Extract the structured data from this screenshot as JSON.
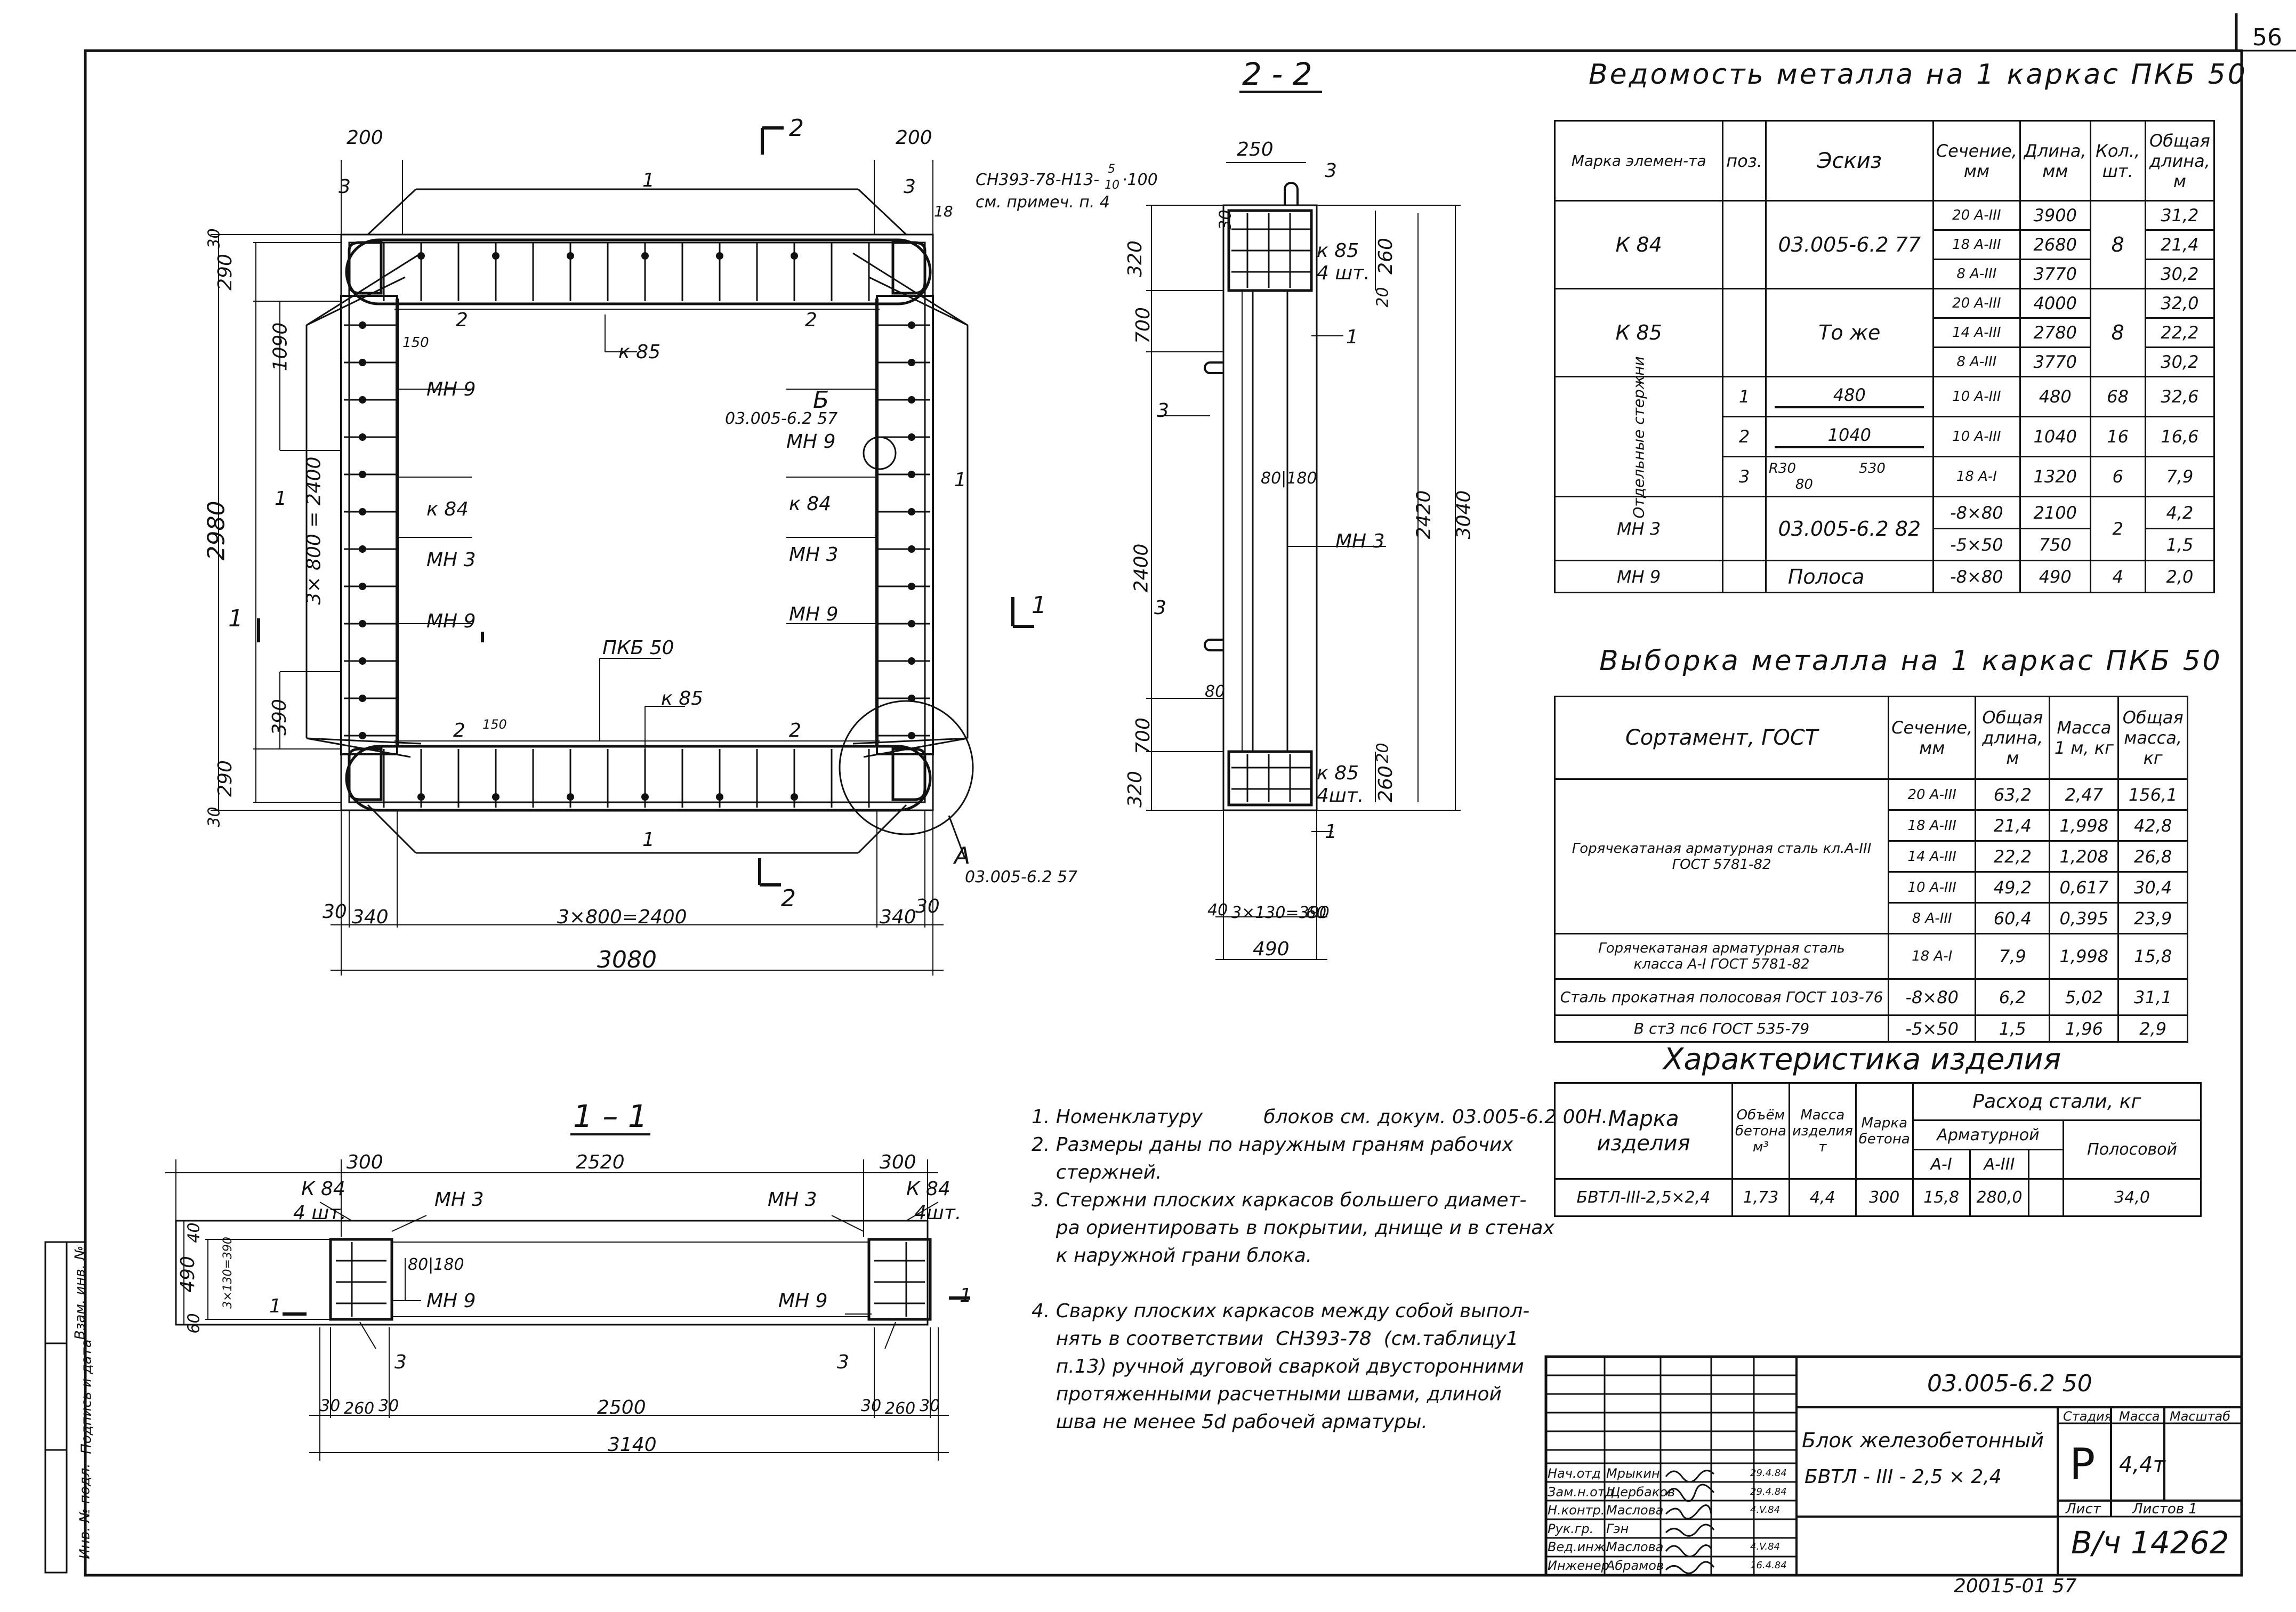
{
  "page_number": "56",
  "section_22": {
    "title": "2 - 2",
    "labels": {
      "d200a": "200",
      "d200b": "200",
      "d30a": "30",
      "d290a": "290",
      "d1090": "1090",
      "d3x800": "3× 800 = 2400",
      "d2980": "2980",
      "d390": "390",
      "d290b": "290",
      "d30b": "30",
      "d3": "3",
      "d3b": "3",
      "d1a": "1",
      "d1b": "1",
      "d1c": "1",
      "d2a": "2",
      "d2b": "2",
      "d2c": "2",
      "d2d": "2",
      "d18": "18",
      "d150": "150",
      "d150b": "150",
      "weld_note1": "СН393-78-Н13-",
      "weld_frac_top": "5",
      "weld_frac_bot": "10",
      "weld_tail": "·100",
      "weld_note2": "см. примеч. п. 4",
      "k85a": "к 85",
      "k85b": "к 85",
      "k84a": "к 84",
      "k84b": "к 84",
      "mn9a": "МН 9",
      "mn9b": "МН 9",
      "mn9c": "МН 9",
      "mn9d": "МН 9",
      "mn3a": "МН 3",
      "mn3b": "МН 3",
      "b_label": "Б",
      "b_ref": "03.005-6.2  57",
      "pkb50": "ПКБ 50",
      "a_label": "А",
      "a_ref": "03.005-6.2  57",
      "b30": "30",
      "b340a": "340",
      "b3x800": "3×800=2400",
      "b340b": "340",
      "b30b": "30",
      "b3080": "3080",
      "cut1": "1",
      "cut1b": "1",
      "cut2": "2",
      "cut2b": "2"
    }
  },
  "side_view": {
    "d250": "250",
    "d3a": "3",
    "d3b": "3",
    "d3c": "3",
    "d320a": "320",
    "d700a": "700",
    "d2400": "2400",
    "d700b": "700",
    "d320b": "320",
    "d260a": "260",
    "d20a": "20",
    "d2420": "2420",
    "d3040": "3040",
    "d20b": "20",
    "d260b": "260",
    "d80": "80",
    "d80b": "80",
    "d80180": "80|180",
    "d30": "30",
    "k85a": "к 85",
    "k85b": "к 85",
    "sht4a": "4 шт.",
    "sht4b": "4шт.",
    "mn3": "МН 3",
    "d1a": "1",
    "d1b": "1",
    "d40": "40",
    "d3x130": "3×130=390",
    "d60": "60",
    "d490": "490"
  },
  "section_11": {
    "title": "1 – 1",
    "d300a": "300",
    "d2520": "2520",
    "d300b": "300",
    "k84a": "К 84",
    "sht4a": "4 шт.",
    "mn3a": "МН 3",
    "mn3b": "МН 3",
    "k84b": "К 84",
    "sht4b": "4шт.",
    "d40": "40",
    "d490": "490",
    "d3x130": "3×130=390",
    "d60": "60",
    "d80180": "80|180",
    "mn9a": "МН 9",
    "mn9b": "МН 9",
    "d1a": "1",
    "d1b": "1",
    "d3a": "3",
    "d3b": "3",
    "d30a": "30",
    "d260a": "260",
    "d30b": "30",
    "d2500": "2500",
    "d30c": "30",
    "d260b": "260",
    "d30d": "30",
    "d3140": "3140"
  },
  "notes": [
    "1. Номенклатуру          блоков см. докум. 03.005-6.2 00Н.",
    "2. Размеры даны по наружным граням рабочих",
    "    стержней.",
    "3. Стержни плоских каркасов большего диамет-",
    "    ра ориентировать в покрытии, днище и в стенах",
    "    к наружной грани блока.",
    "",
    "4. Сварку плоских каркасов между собой выпол-",
    "    нять в соответствии  СН393-78  (см.таблицу1",
    "    п.13) ручной дуговой сваркой двусторонними",
    "    протяженными расчетными швами, длиной",
    "    шва не менее 5d рабочей арматуры."
  ],
  "metal_schedule": {
    "title": "Ведомость   металла  на  1  каркас  ПКБ 50",
    "headers": [
      "Марка элемен-та",
      "поз.",
      "Эскиз",
      "Сечение, мм",
      "Длина, мм",
      "Кол., шт.",
      "Общая длина, м"
    ],
    "k84": {
      "mark": "К 84",
      "sketch": "03.005-6.2  77",
      "sections": [
        "20 A-III",
        "18 A-III",
        "8 A-III"
      ],
      "lengths": [
        "3900",
        "2680",
        "3770"
      ],
      "qty": "8",
      "totals": [
        "31,2",
        "21,4",
        "30,2"
      ]
    },
    "k85": {
      "mark": "К 85",
      "sketch": "То же",
      "sections": [
        "20 A-III",
        "14 A-III",
        "8 A-III"
      ],
      "lengths": [
        "4000",
        "2780",
        "3770"
      ],
      "qty": "8",
      "totals": [
        "32,0",
        "22,2",
        "30,2"
      ]
    },
    "group_label": "Отдельные стержни",
    "bars": [
      {
        "pos": "1",
        "sketch": "480",
        "section": "10 A-III",
        "length": "480",
        "qty": "68",
        "total": "32,6"
      },
      {
        "pos": "2",
        "sketch": "1040",
        "section": "10 A-III",
        "length": "1040",
        "qty": "16",
        "total": "16,6"
      },
      {
        "pos": "3",
        "sketch_a": "R30",
        "sketch_b": "530",
        "sketch_c": "80",
        "section": "18 A-I",
        "length": "1320",
        "qty": "6",
        "total": "7,9"
      }
    ],
    "mn3": {
      "mark": "МН 3",
      "sketch": "03.005-6.2  82",
      "sections": [
        "-8×80",
        "-5×50"
      ],
      "lengths": [
        "2100",
        "750"
      ],
      "qty": "2",
      "totals": [
        "4,2",
        "1,5"
      ]
    },
    "mn9": {
      "mark": "МН 9",
      "sketch": "Полоса",
      "section": "-8×80",
      "length": "490",
      "qty": "4",
      "total": "2,0"
    }
  },
  "metal_selection": {
    "title": "Выборка  металла  на  1  каркас  ПКБ 50",
    "headers": [
      "Сортамент, ГОСТ",
      "Сечение, мм",
      "Общая длина, м",
      "Масса 1 м, кг",
      "Общая масса, кг"
    ],
    "group1": "Горячекатаная арматурная сталь кл.А-III  ГОСТ 5781-82",
    "rows1": [
      [
        "20 A-III",
        "63,2",
        "2,47",
        "156,1"
      ],
      [
        "18 A-III",
        "21,4",
        "1,998",
        "42,8"
      ],
      [
        "14 A-III",
        "22,2",
        "1,208",
        "26,8"
      ],
      [
        "10 A-III",
        "49,2",
        "0,617",
        "30,4"
      ],
      [
        "8 A-III",
        "60,4",
        "0,395",
        "23,9"
      ]
    ],
    "group2": "Горячекатаная арматурная сталь класса А-I  ГОСТ 5781-82",
    "row2": [
      "18 A-I",
      "7,9",
      "1,998",
      "15,8"
    ],
    "group3a": "Сталь прокатная полосовая ГОСТ 103-76",
    "group3b": "В ст3 пс6  ГОСТ 535-79",
    "rows3": [
      [
        "-8×80",
        "6,2",
        "5,02",
        "31,1"
      ],
      [
        "-5×50",
        "1,5",
        "1,96",
        "2,9"
      ]
    ]
  },
  "product_char": {
    "title": "Характеристика  изделия",
    "h_mark": "Марка изделия",
    "h_volume": "Объём бетона м³",
    "h_mass": "Масса изделия т",
    "h_concrete": "Марка бетона",
    "h_steel": "Расход стали, кг",
    "h_rebar": "Арматурной",
    "h_ai": "A-I",
    "h_aiii": "A-III",
    "h_strip": "Полосовой",
    "row": [
      "БВТЛ-III-2,5×2,4",
      "1,73",
      "4,4",
      "300",
      "15,8",
      "280,0",
      "34,0"
    ]
  },
  "title_block": {
    "doc_code": "03.005-6.2  50",
    "name_line1": "Блок  железобетонный",
    "name_line2": "БВТЛ - III - 2,5 × 2,4",
    "h_stage": "Стадия",
    "h_mass": "Масса",
    "h_scale": "Масштаб",
    "stage": "Р",
    "mass": "4,4т",
    "h_sheet": "Лист",
    "h_sheets": "Листов 1",
    "inventory": "В/ч 14262",
    "roles": [
      "Нач.отд",
      "Зам.н.отд",
      "Н.контр.",
      "Рук.гр.",
      "Вед.инж.",
      "Инженер"
    ],
    "names": [
      "Мрыкин",
      "Щербаков",
      "Маслова",
      "Гэн",
      "Маслова",
      "Абрамов"
    ],
    "dates": [
      "29.4.84",
      "29.4.84",
      "4.V.84",
      "",
      "4.V.84",
      "16.4.84"
    ]
  },
  "left_margin": {
    "f1": "Инв. № подл.",
    "f2": "Подпись и дата",
    "f3": "Взам. инв. №"
  },
  "footer": "20015-01  57"
}
